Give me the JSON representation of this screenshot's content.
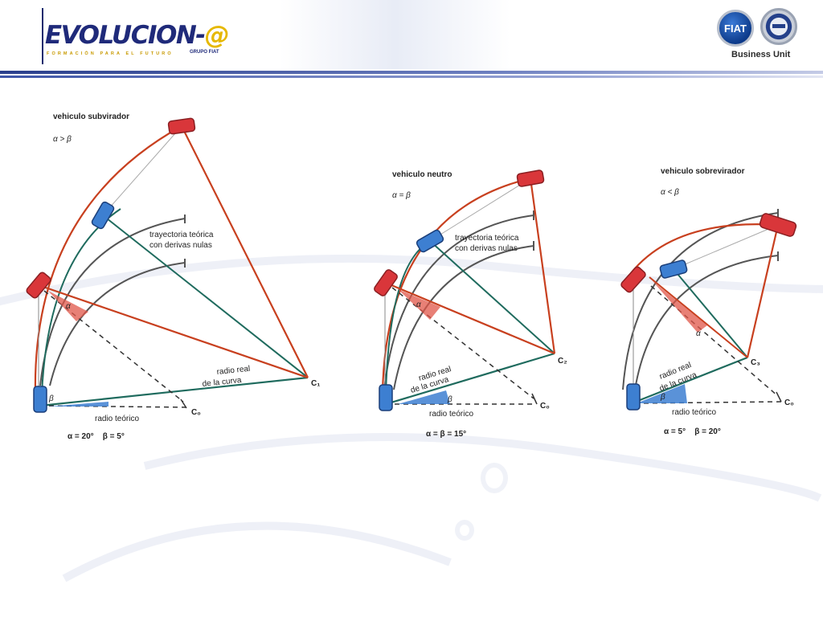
{
  "header": {
    "logo_text": "EVOLUCION-",
    "logo_at": "@",
    "logo_subtitle": "FORMACIÓN PARA EL FUTURO",
    "logo_group": "GRUPO FIAT",
    "brand_fiat": "FIAT",
    "brand_business_unit": "Business Unit"
  },
  "diagrams": [
    {
      "title": "vehiculo subvirador",
      "relation": "α > β",
      "trajectory_label_1": "trayectoria teórica",
      "trajectory_label_2": "con derivas nulas",
      "alpha_symbol": "α",
      "beta_symbol": "β",
      "real_radius_1": "radio real",
      "real_radius_2": "de la curva",
      "center_label": "C₁",
      "theoretical_center": "C₀",
      "theoretical_radius": "radio teórico",
      "values": "α = 20°    β = 5°"
    },
    {
      "title": "vehiculo neutro",
      "relation": "α = β",
      "trajectory_label_1": "trayectoria teórica",
      "trajectory_label_2": "con derivas nulas",
      "alpha_symbol": "α",
      "beta_symbol": "β",
      "real_radius_1": "radio real",
      "real_radius_2": "de la curva",
      "center_label": "C₂",
      "theoretical_center": "C₀",
      "theoretical_radius": "radio teórico",
      "values": "α = β = 15°"
    },
    {
      "title": "vehiculo sobrevirador",
      "relation": "α < β",
      "alpha_symbol": "α",
      "beta_symbol": "β",
      "real_radius_1": "radio real",
      "real_radius_2": "de la curva",
      "center_label": "C₃",
      "theoretical_center": "C₀",
      "theoretical_radius": "radio teórico",
      "values": "α = 5°    β = 20°"
    }
  ],
  "colors": {
    "real_trajectory": "#c8401f",
    "radius_line": "#1f6b5e",
    "tire_front": "#d9363a",
    "tire_rear": "#3d7fd1",
    "theoretical_path": "#555555",
    "header_navy": "#1f2a7a"
  }
}
